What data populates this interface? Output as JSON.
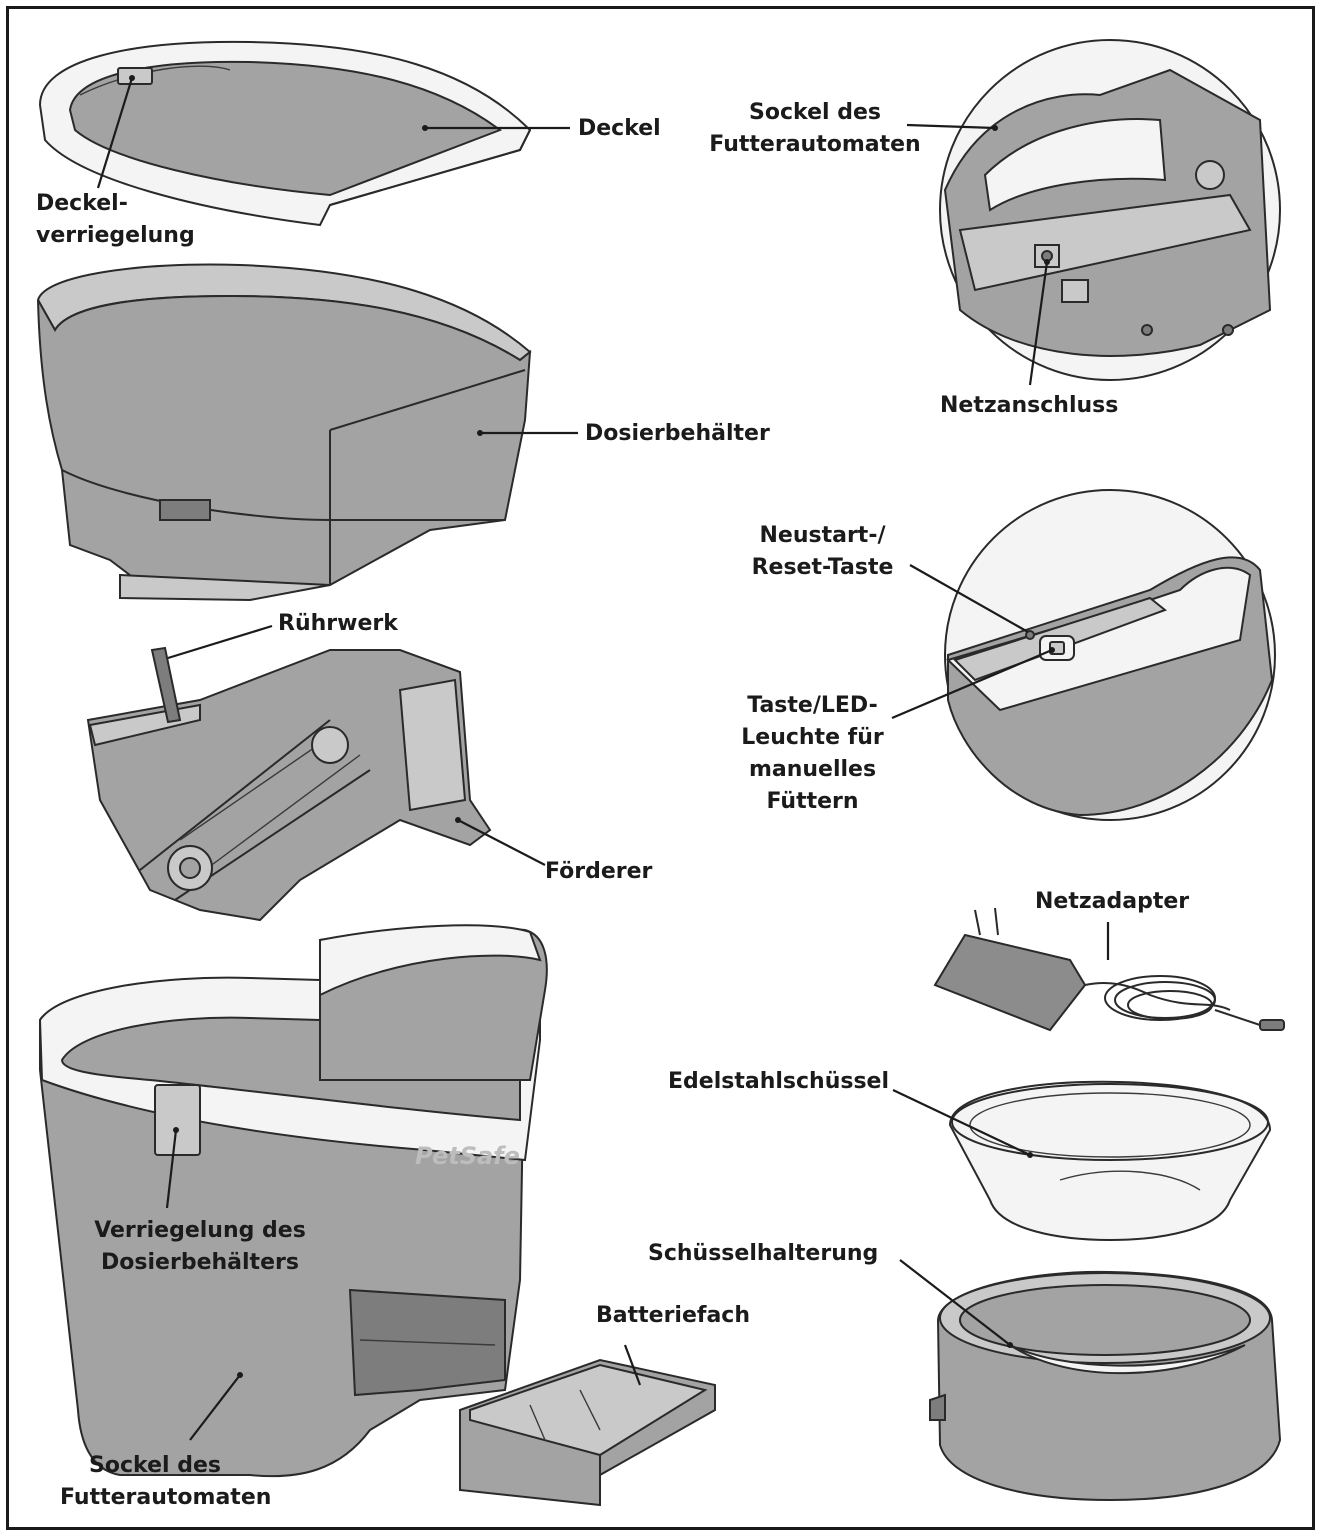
{
  "labels": {
    "lid": "Deckel",
    "lid_lock_1": "Deckel-",
    "lid_lock_2": "verriegelung",
    "hopper": "Dosierbehälter",
    "agitator": "Rührwerk",
    "conveyor": "Förderer",
    "hopper_lock_1": "Verriegelung des",
    "hopper_lock_2": "Dosierbehälters",
    "base_1": "Sockel des",
    "base_2": "Futterautomaten",
    "battery": "Batteriefach",
    "base_detail_1": "Sockel des",
    "base_detail_2": "Futterautomaten",
    "power_port": "Netzanschluss",
    "reset_1": "Neustart-/",
    "reset_2": "Reset-Taste",
    "manual_1": "Taste/LED-",
    "manual_2": "Leuchte für",
    "manual_3": "manuelles",
    "manual_4": "Füttern",
    "adapter": "Netzadapter",
    "bowl": "Edelstahlschüssel",
    "bowl_holder": "Schüsselhalterung"
  },
  "brand": "PetSafe",
  "colors": {
    "part_fill": "#a3a3a3",
    "part_light": "#c9c9c9",
    "outline": "#2a2a2a",
    "text": "#1b1b1b"
  }
}
